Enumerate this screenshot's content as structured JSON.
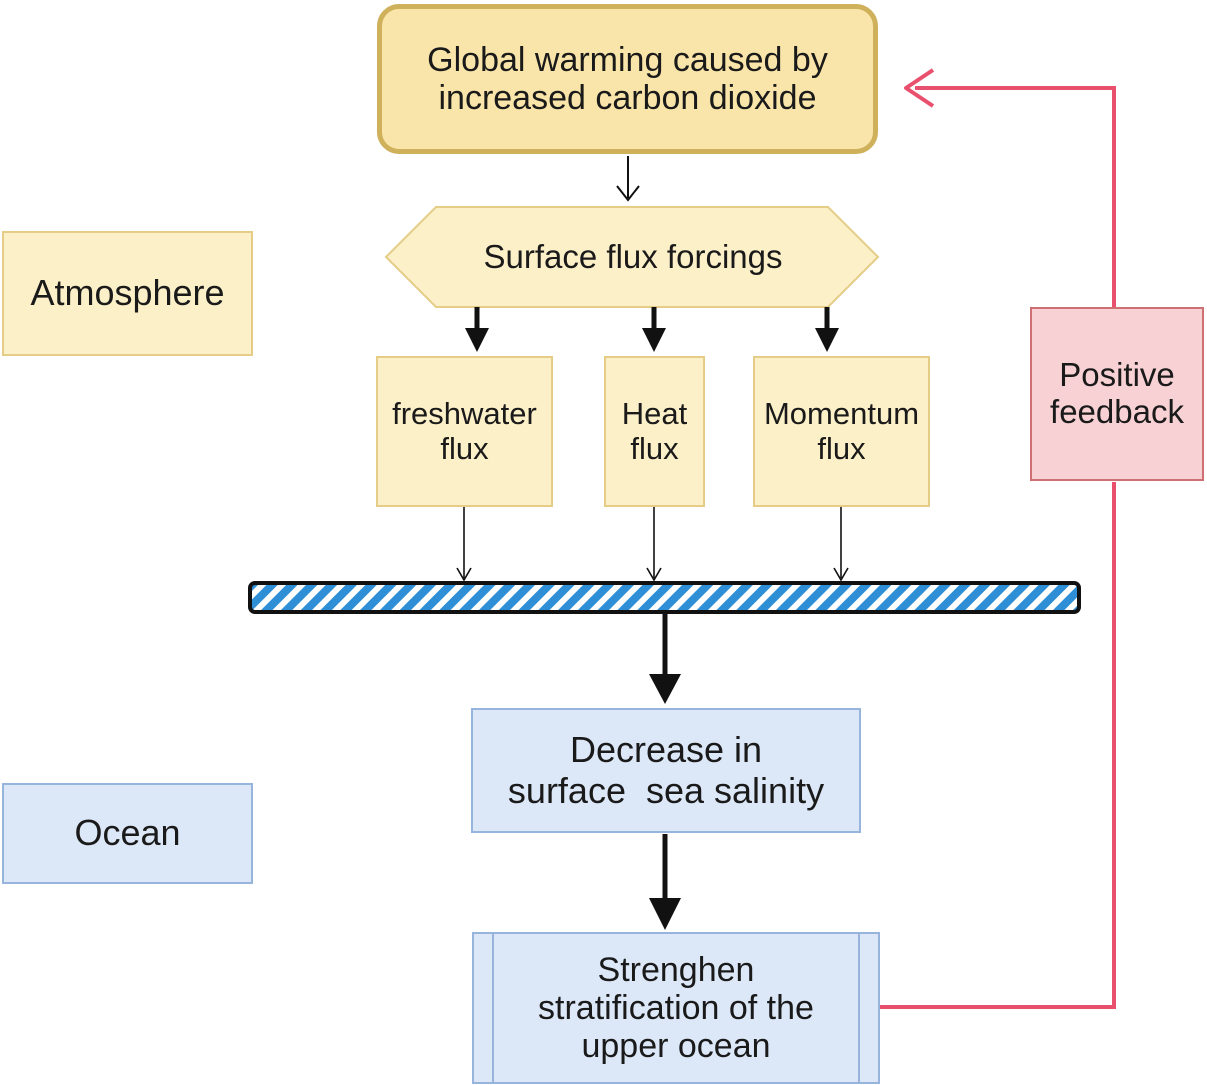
{
  "diagram": {
    "nodes": {
      "global_warming": [
        "Global warming caused by",
        "increased carbon dioxide"
      ],
      "surface_flux": "Surface flux forcings",
      "freshwater": [
        "freshwater",
        "flux"
      ],
      "heat": [
        "Heat",
        "flux"
      ],
      "momentum": [
        "Momentum",
        "flux"
      ],
      "decrease": [
        "Decrease in",
        "surface  sea salinity"
      ],
      "stratification": [
        "Strenghen",
        "stratification of the",
        "upper ocean"
      ],
      "feedback": [
        "Positive",
        "feedback"
      ]
    },
    "legend": {
      "atmosphere": "Atmosphere",
      "ocean": "Ocean"
    },
    "colors": {
      "arrow": "#111111",
      "feedback_arrow": "#e8506e",
      "interface_stripe": "#2f8fd6",
      "atmosphere_fill": "#fcf0c8",
      "ocean_fill": "#dce8f8",
      "feedback_fill": "#f7d1d3"
    }
  }
}
